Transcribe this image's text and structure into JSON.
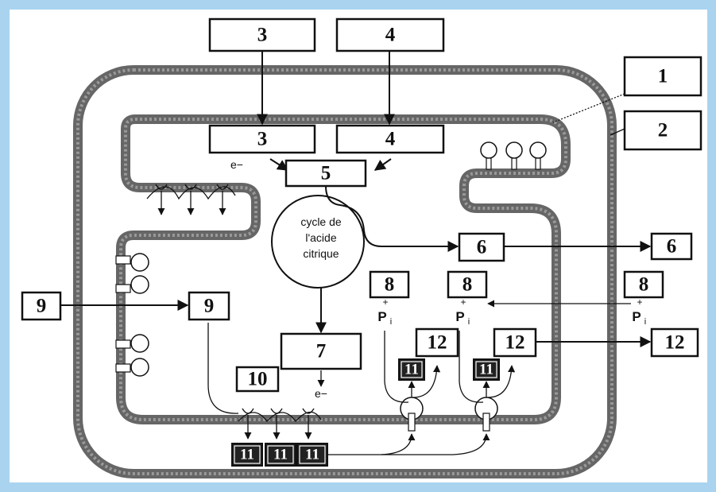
{
  "diagram": {
    "boxes": {
      "b3_top": "3",
      "b4_top": "4",
      "b1": "1",
      "b2": "2",
      "b3_in": "3",
      "b4_in": "4",
      "b5": "5",
      "b6_in": "6",
      "b6_out": "6",
      "b8_a": "8",
      "b8_b": "8",
      "b8_out": "8",
      "b9_out": "9",
      "b9_in": "9",
      "b7": "7",
      "b10": "10",
      "b12_a": "12",
      "b12_b": "12",
      "b12_out": "12",
      "b11_a": "11",
      "b11_b": "11",
      "b11_c": "11",
      "b11_d": "11",
      "b11_e": "11"
    },
    "cycle": {
      "line1": "cycle de",
      "line2": "l'acide",
      "line3": "citrique"
    },
    "electron": "e−",
    "pi": {
      "plus": "+",
      "p": "P",
      "sub": "i"
    },
    "colors": {
      "background": "#a9d3ee",
      "membrane": "#666666",
      "box_fill": "#ffffff",
      "dark_box": "#222222"
    }
  }
}
